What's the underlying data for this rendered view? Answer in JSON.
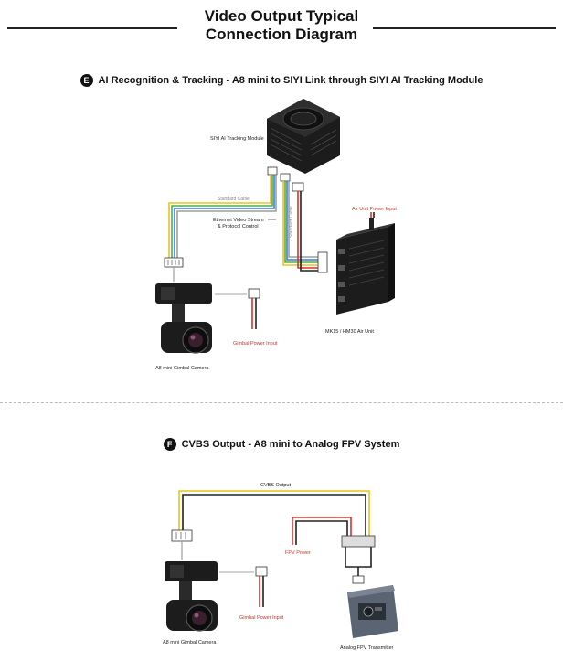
{
  "title": {
    "line1": "Video Output Typical",
    "line2": "Connection Diagram"
  },
  "section_e": {
    "badge": "E",
    "heading": "AI Recognition & Tracking - A8 mini to SIYI Link through SIYI AI Tracking Module",
    "labels": {
      "tracking_module": "SIYI AI Tracking Module",
      "standard_cable_1": "Standard Cable",
      "ethernet_line1": "Ethernet Video Stream",
      "ethernet_line2": "& Protocol Control",
      "standard_cable_2": "Standard Cable",
      "air_power": "Air Unit Power Input",
      "air_unit": "MK15 / HM30 Air Unit",
      "gimbal_power": "Gimbal Power Input",
      "camera": "A8 mini Gimbal Camera"
    }
  },
  "section_f": {
    "badge": "F",
    "heading": "CVBS Output - A8 mini to Analog FPV System",
    "labels": {
      "cvbs_output": "CVBS Output",
      "fpv_power": "FPV Power",
      "gimbal_power": "Gimbal Power Input",
      "camera": "A8 mini Gimbal Camera",
      "transmitter": "Analog FPV Transmitter"
    }
  },
  "colors": {
    "yellow": "#e9c51b",
    "green": "#4caf50",
    "blue": "#3b7dd8",
    "gray": "#9e9e9e",
    "red": "#d9322b",
    "device": "#1c1c1c"
  }
}
